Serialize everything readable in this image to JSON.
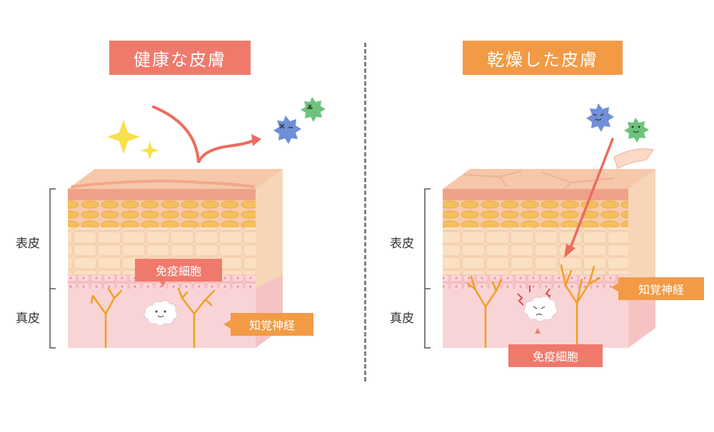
{
  "healthy": {
    "title": "健康な皮膚",
    "epidermis_label": "表皮",
    "dermis_label": "真皮",
    "immune_label": "免疫細胞",
    "nerve_label": "知覚神経"
  },
  "dry": {
    "title": "乾燥した皮膚",
    "epidermis_label": "表皮",
    "dermis_label": "真皮",
    "immune_label": "免疫細胞",
    "nerve_label": "知覚神経"
  },
  "colors": {
    "healthy_title": "#ef7a6c",
    "dry_title": "#f39a45",
    "arrow": "#ee6b5d",
    "nerve": "#f0a020",
    "sparkle": "#f7e04a",
    "germ_blue": "#6f8fd6",
    "germ_green": "#6cc47a"
  }
}
